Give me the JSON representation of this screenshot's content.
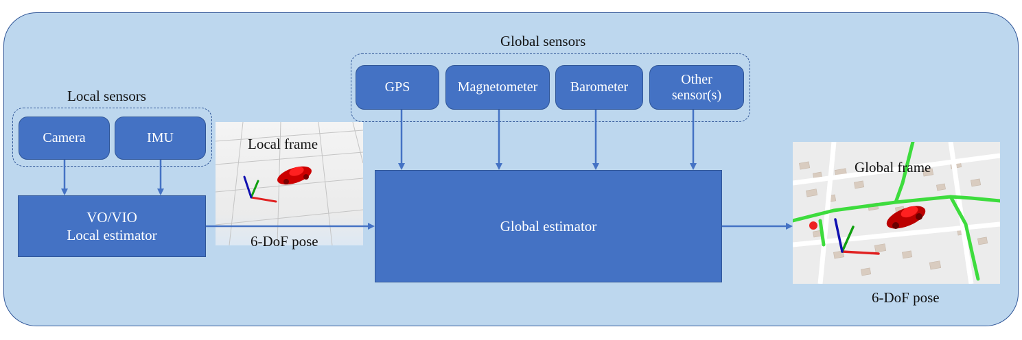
{
  "local_sensors": {
    "title": "Local sensors",
    "items": [
      "Camera",
      "IMU"
    ]
  },
  "global_sensors": {
    "title": "Global sensors",
    "items": [
      "GPS",
      "Magnetometer",
      "Barometer",
      "Other sensor(s)"
    ]
  },
  "local_estimator": {
    "line1": "VO/VIO",
    "line2": "Local estimator"
  },
  "global_estimator": {
    "label": "Global estimator"
  },
  "local_frame": {
    "title": "Local frame",
    "pose_label": "6-DoF pose"
  },
  "global_frame": {
    "title": "Global frame",
    "pose_label": "6-DoF pose"
  },
  "colors": {
    "background_panel": "#bdd7ee",
    "box_fill": "#4472c4",
    "box_border": "#2f5597",
    "arrow": "#4472c4",
    "car": "#e00000",
    "trajectory": "#3ddc3d"
  }
}
